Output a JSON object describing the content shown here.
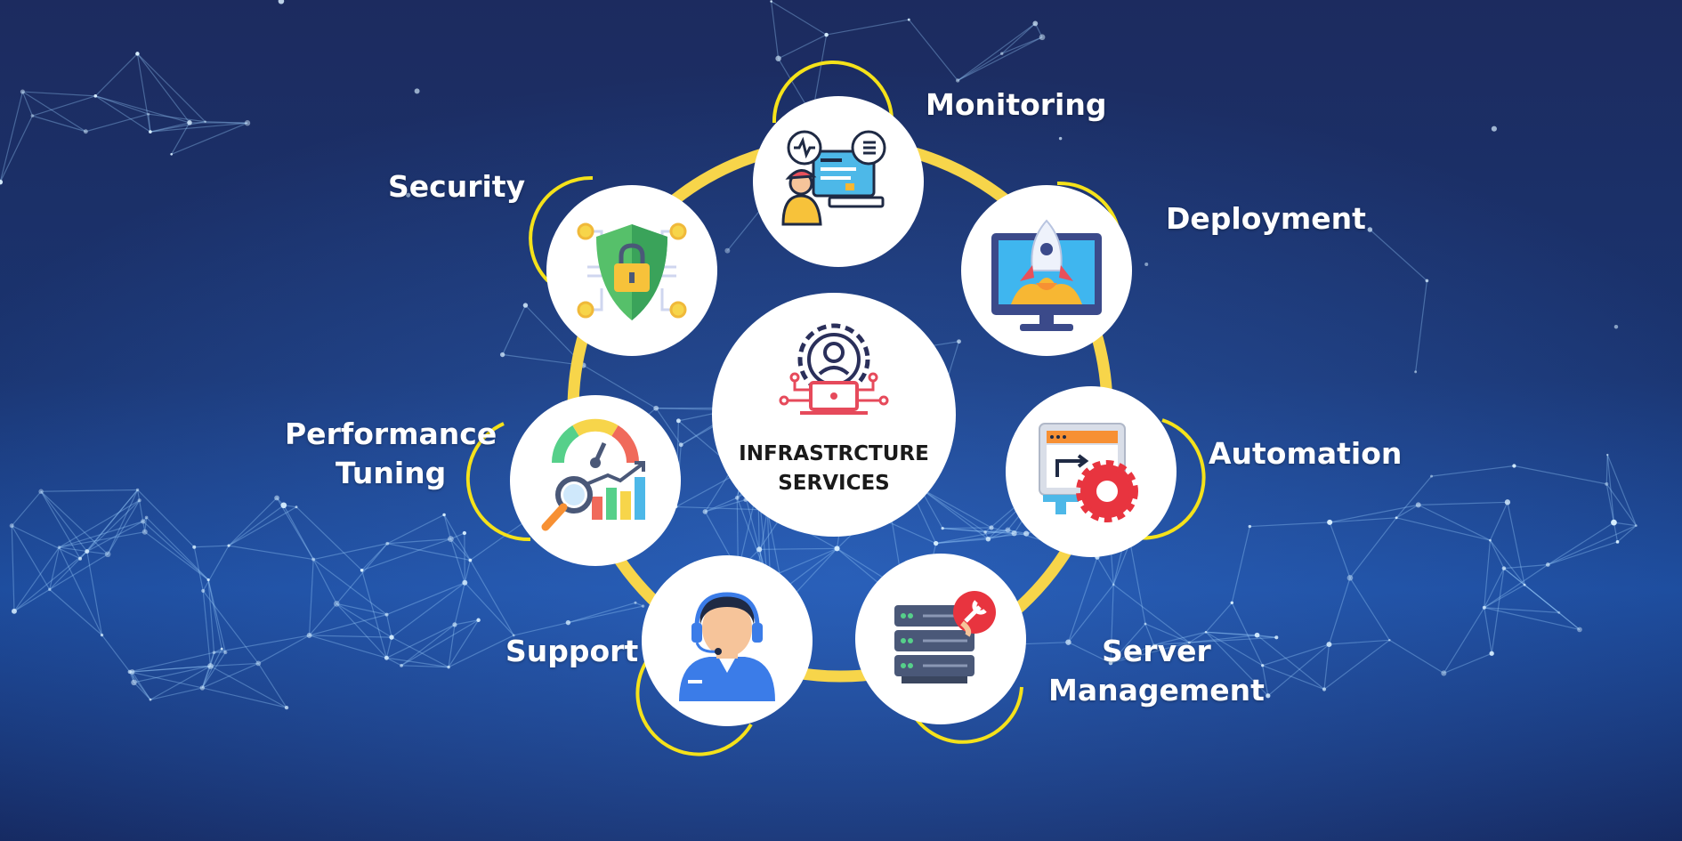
{
  "center": {
    "line1": "INFRASTRCTURE",
    "line2": "SERVICES"
  },
  "nodes": [
    {
      "id": "monitoring",
      "label": "Monitoring",
      "icon": "monitoring-operator-icon"
    },
    {
      "id": "deployment",
      "label": "Deployment",
      "icon": "rocket-monitor-icon"
    },
    {
      "id": "automation",
      "label": "Automation",
      "icon": "monitor-gear-icon"
    },
    {
      "id": "server-management",
      "label_line1": "Server",
      "label_line2": "Management",
      "icon": "server-wrench-icon"
    },
    {
      "id": "support",
      "label": "Support",
      "icon": "support-agent-icon"
    },
    {
      "id": "performance-tuning",
      "label_line1": "Performance",
      "label_line2": "Tuning",
      "icon": "gauge-chart-icon"
    },
    {
      "id": "security",
      "label": "Security",
      "icon": "shield-lock-icon"
    }
  ],
  "colors": {
    "background": "#1b2c63",
    "ring": "#f7d54a",
    "accent_arc": "#f5e21a",
    "node_fill": "#ffffff",
    "label": "#ffffff"
  }
}
